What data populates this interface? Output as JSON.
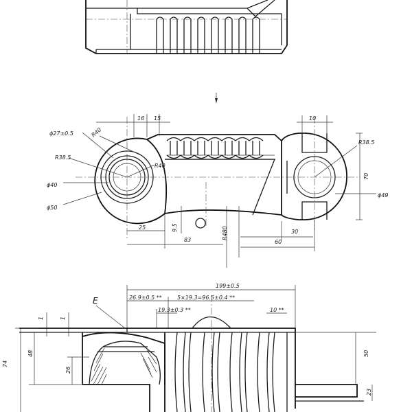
{
  "drawing": {
    "type": "technical-drawing",
    "views": [
      "top-view-partial",
      "plan-view",
      "front-view-section"
    ]
  },
  "plan_view": {
    "dims": {
      "d27": "ϕ27±0.5",
      "r40_top": "R40",
      "r385_left": "R38.5",
      "r40_inner": "R40",
      "d40": "ϕ40",
      "d50": "ϕ50",
      "w16": "16",
      "w15": "15",
      "w10": "10",
      "r385_right": "R38.5",
      "h70": "70",
      "d49": "ϕ49",
      "d25": "25",
      "d95": "9.5",
      "d83": "83",
      "r480": "R480",
      "d30": "30",
      "d60": "60"
    }
  },
  "front_view": {
    "label_e": "E",
    "dims": {
      "total": "199±0.5",
      "d2694": "26.9±0.5 **",
      "pitch": "5×19.3=96.5±0.4 **",
      "d1931": "19.3±0.3 **",
      "d10": "10 **",
      "d1a": "1",
      "d1b": "1",
      "h74": "74",
      "h48": "48",
      "h26": "26",
      "h50": "50",
      "h23": "23"
    }
  }
}
